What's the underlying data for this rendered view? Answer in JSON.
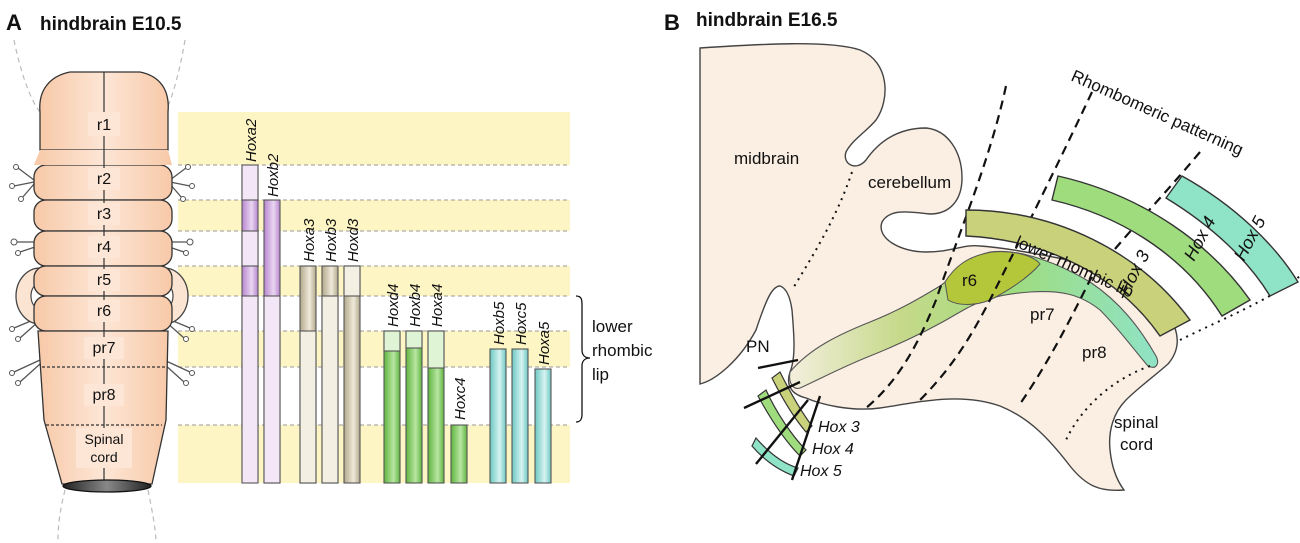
{
  "panel_a": {
    "letter": "A",
    "title": "hindbrain  E10.5",
    "segments": [
      "r1",
      "r2",
      "r3",
      "r4",
      "r5",
      "r6",
      "pr7",
      "pr8",
      "Spinal",
      "cord"
    ],
    "bracket_label": [
      "lower",
      "rhombic",
      "lip"
    ],
    "gene_groups": [
      {
        "name": "group-2",
        "genes": [
          "Hoxa2",
          "Hoxb2"
        ],
        "color": "#a86fc4",
        "light": "#f3e7f7"
      },
      {
        "name": "group-3",
        "genes": [
          "Hoxa3",
          "Hoxb3",
          "Hoxd3"
        ],
        "color": "#a89a7e",
        "light": "#f1ede2"
      },
      {
        "name": "group-4",
        "genes": [
          "Hoxd4",
          "Hoxb4",
          "Hoxa4",
          "Hoxc4"
        ],
        "color": "#6cc04a",
        "light": "#dff3d5"
      },
      {
        "name": "group-5",
        "genes": [
          "Hoxb5",
          "Hoxc5",
          "Hoxa5"
        ],
        "color": "#7fd3cf",
        "light": "#def5f3"
      }
    ]
  },
  "panel_b": {
    "letter": "B",
    "title": "hindbrain E16.5",
    "labels": {
      "midbrain": "midbrain",
      "cerebellum": "cerebellum",
      "rhombomeric": "Rhombomeric patterning",
      "lower_rhombic_lip": "lower rhombic lip",
      "r6": "r6",
      "pr7": "pr7",
      "pr8": "pr8",
      "pn": "PN",
      "spinal1": "spinal",
      "spinal2": "cord"
    },
    "hox_arcs": [
      "Hox 3",
      "Hox 4",
      "Hox 5"
    ],
    "hox_pn": [
      "Hox 3",
      "Hox 4",
      "Hox 5"
    ],
    "colors": {
      "hox3": "#c9d27a",
      "hox4": "#9fdc7e",
      "hox5": "#8fe3c6",
      "tissue": "#fbeee2"
    }
  }
}
